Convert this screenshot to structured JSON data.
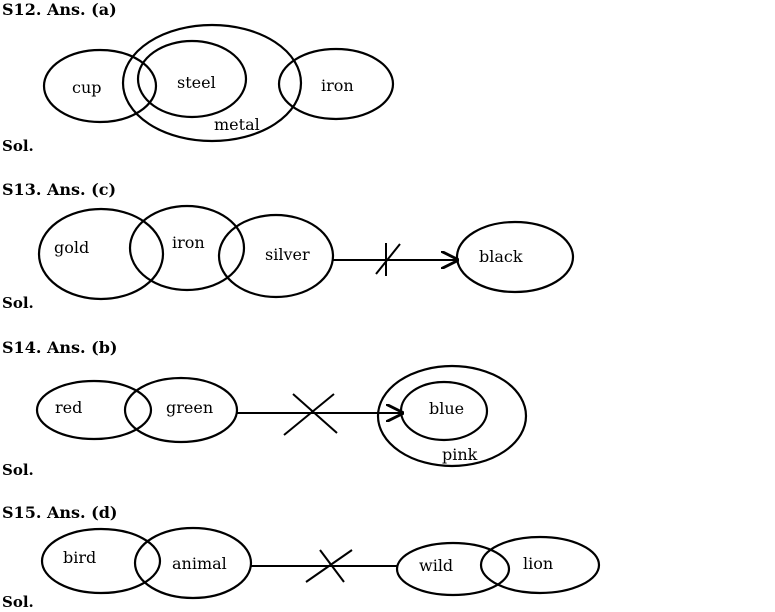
{
  "s12": {
    "heading": "S12. Ans. (a)",
    "sol": "Sol.",
    "labels": {
      "cup": "cup",
      "steel": "steel",
      "metal": "metal",
      "iron": "iron"
    }
  },
  "s13": {
    "heading": "S13. Ans. (c)",
    "sol": "Sol.",
    "labels": {
      "gold": "gold",
      "iron": "iron",
      "silver": "silver",
      "black": "black"
    }
  },
  "s14": {
    "heading": "S14. Ans. (b)",
    "sol": "Sol.",
    "labels": {
      "red": "red",
      "green": "green",
      "blue": "blue",
      "pink": "pink"
    }
  },
  "s15": {
    "heading": "S15. Ans. (d)",
    "sol": "Sol.",
    "labels": {
      "bird": "bird",
      "animal": "animal",
      "wild": "wild",
      "lion": "lion"
    }
  }
}
